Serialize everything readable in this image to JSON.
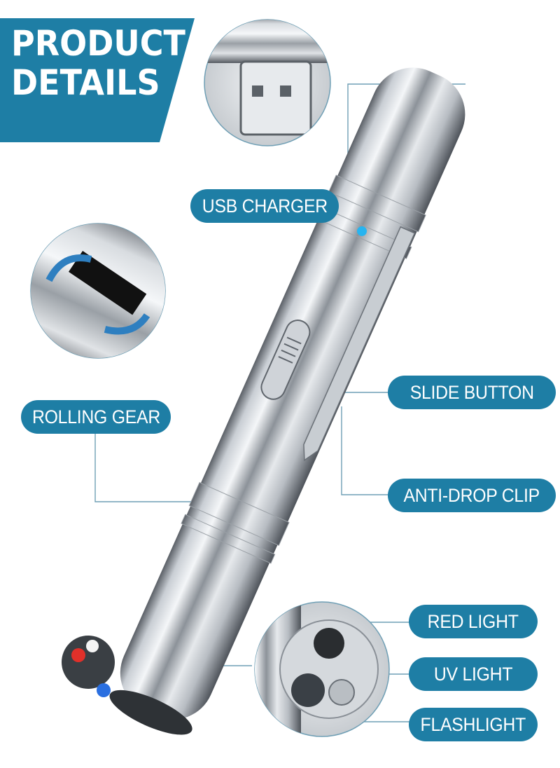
{
  "title": {
    "line1": "PRODUCT",
    "line2": "DETAILS"
  },
  "labels": {
    "usb_charger": "USB CHARGER",
    "rolling_gear": "ROLLING GEAR",
    "slide_button": "SLIDE BUTTON",
    "anti_drop_clip": "ANTI-DROP CLIP",
    "red_light": "RED LIGHT",
    "uv_light": "UV LIGHT",
    "flashlight": "FLASHLIGHT"
  },
  "colors": {
    "accent": "#1e7ea5",
    "red_led": "#e0302a",
    "blue_led": "#2a6fe0",
    "indicator": "#27b4f0"
  }
}
